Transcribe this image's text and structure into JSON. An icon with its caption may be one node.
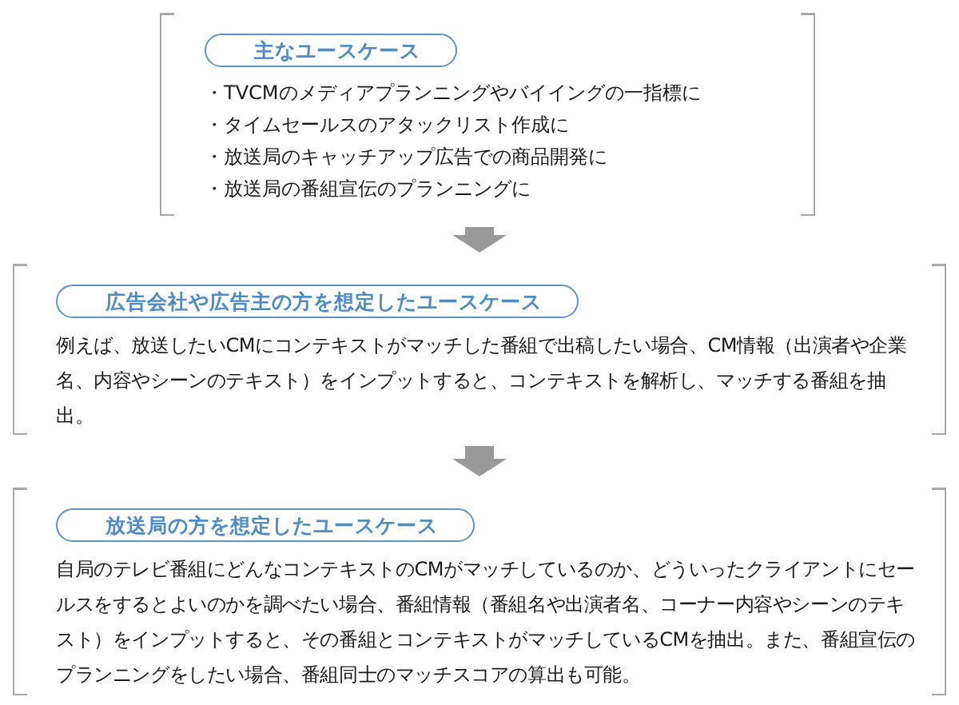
{
  "diagram": {
    "nodes": [
      {
        "text": [
          "・TVCMのメディアプランニングやバイイングの一指標に",
          "・タイムセールスのアタックリスト作成に",
          "・放送局のキャッチアップ広告での商品開発に",
          "・放送局の番組宣伝のプランニングに"
        ]
      },
      {
        "text": [
          "主なユースケース"
        ],
        "in": 0
      },
      {
        "text": [
          "例えば、放送したいCMにコンテキストがマッチした番組で出稿したい場合、CM情報（出演者や企業名、内容やシーンのテキスト）をインプットすると、コンテキストを解析し、マッチする番組を抽出。"
        ]
      },
      {
        "text": [
          "広告会社や広告主の方を想定したユースケース"
        ],
        "in": 2
      },
      {
        "text": [
          "自局のテレビ番組にどんなコンテキストのCMがマッチしているのか、どういったクライアントにセールスをするとよいのかを調べたい場合、番組情報（番組名や出演者名、コーナー内容やシーンのテキスト）をインプットすると、その番組とコンテキストがマッチしているCMを抽出。また、番組宣伝のプランニングをしたい場合、番組同士のマッチスコアの算出も可能。"
        ]
      },
      {
        "text": [
          "放送局の方を想定したユースケース"
        ],
        "in": 4
      }
    ],
    "edges": [
      {
        "from": 0,
        "to": 2,
        "arrow": "to"
      },
      {
        "from": 2,
        "to": 4,
        "arrow": "to"
      }
    ]
  }
}
